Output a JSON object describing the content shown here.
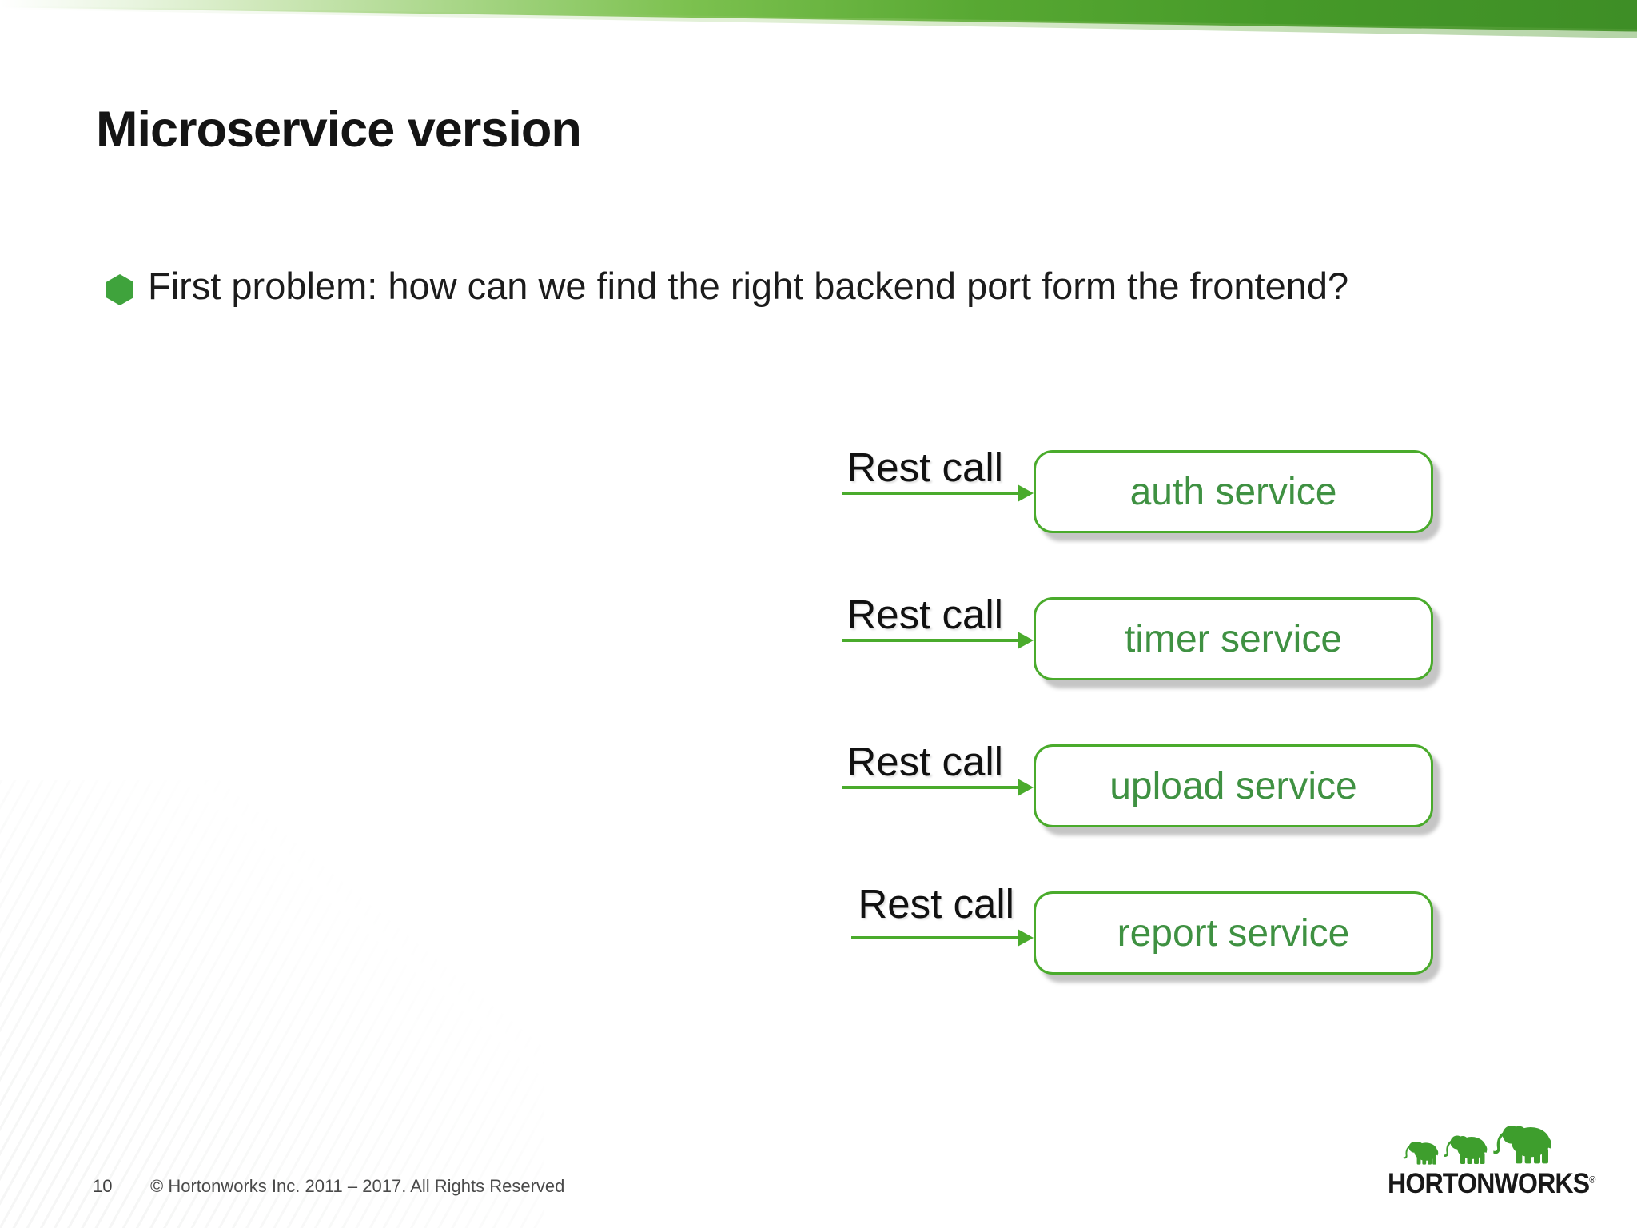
{
  "slide": {
    "title": "Microservice version",
    "bullet": "First problem: how can we find the right backend port form the frontend?",
    "page_number": "10",
    "copyright": "© Hortonworks Inc. 2011 – 2017. All Rights Reserved",
    "logo_text": "HORTONWORKS",
    "logo_reg": "®"
  },
  "diagram": {
    "rest_call_label": "Rest call",
    "services": [
      {
        "label": "auth service"
      },
      {
        "label": "timer service"
      },
      {
        "label": "upload service"
      },
      {
        "label": "report service"
      }
    ]
  },
  "colors": {
    "accent_green": "#4aab2c",
    "band_green_dark": "#3e8e26",
    "service_text_green": "#3f9142",
    "bullet_hex_green": "#3fa33c",
    "logo_elephant_green": "#3e9e2d",
    "footer_gray": "#4a4a4a",
    "title_black": "#141414"
  }
}
